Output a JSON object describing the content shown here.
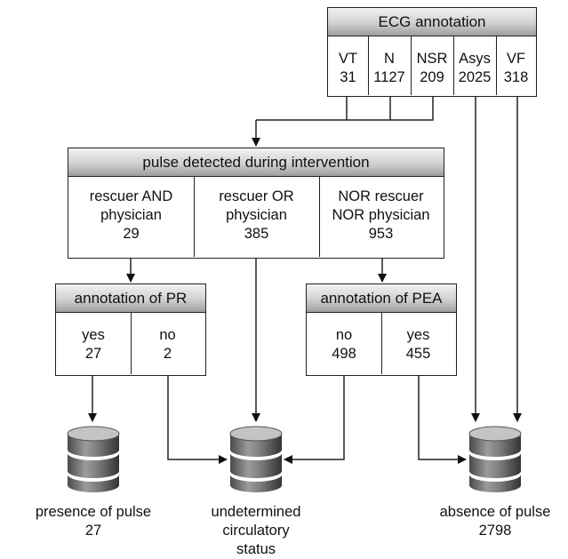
{
  "ecg": {
    "title": "ECG annotation",
    "cols": [
      {
        "label": "VT",
        "value": "31"
      },
      {
        "label": "N",
        "value": "1127"
      },
      {
        "label": "NSR",
        "value": "209"
      },
      {
        "label": "Asys",
        "value": "2025"
      },
      {
        "label": "VF",
        "value": "318"
      }
    ]
  },
  "pulse": {
    "title": "pulse detected during intervention",
    "cols": [
      {
        "line1": "rescuer AND",
        "line2": "physician",
        "value": "29"
      },
      {
        "line1": "rescuer OR",
        "line2": "physician",
        "value": "385"
      },
      {
        "line1": "NOR rescuer",
        "line2": "NOR physician",
        "value": "953"
      }
    ]
  },
  "pr": {
    "title": "annotation of PR",
    "cols": [
      {
        "label": "yes",
        "value": "27"
      },
      {
        "label": "no",
        "value": "2"
      }
    ]
  },
  "pea": {
    "title": "annotation of PEA",
    "cols": [
      {
        "label": "no",
        "value": "498"
      },
      {
        "label": "yes",
        "value": "455"
      }
    ]
  },
  "outcomes": {
    "presence": {
      "label": "presence of pulse",
      "value": "27"
    },
    "undetermined": {
      "line1": "undetermined",
      "line2": "circulatory",
      "line3": "status"
    },
    "absence": {
      "label": "absence of pulse",
      "value": "2798"
    }
  }
}
